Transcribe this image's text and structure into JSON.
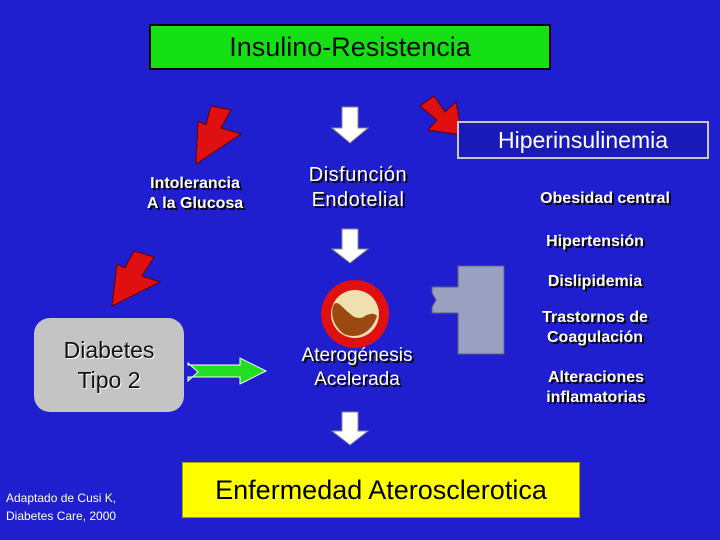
{
  "title": "Insulino-Resistencia",
  "hyperinsulinemia": "Hiperinsulinemia",
  "intolerance": {
    "line1": "Intolerancia",
    "line2": "A la Glucosa"
  },
  "dysfunction": {
    "line1": "Disfunción",
    "line2": "Endotelial"
  },
  "conditions": {
    "obesity": "Obesidad central",
    "hypertension": "Hipertensión",
    "dyslipidemia": "Dislipidemia",
    "coagulation": {
      "line1": "Trastornos de",
      "line2": "Coagulación"
    },
    "inflammation": {
      "line1": "Alteraciones",
      "line2": "inflamatorias"
    }
  },
  "diabetes": {
    "line1": "Diabetes",
    "line2": "Tipo 2"
  },
  "atherogenesis": {
    "line1": "Aterogénesis",
    "line2": "Acelerada"
  },
  "final": "Enfermedad Aterosclerotica",
  "citation": {
    "line1": "Adaptado de Cusi K,",
    "line2": "Diabetes Care, 2000"
  },
  "colors": {
    "background": "#1f1fd0",
    "title_box": "#14e014",
    "diabetes_box": "#c4c4c4",
    "final_box": "#ffff00",
    "red_arrow": "#e01010",
    "white_arrow": "#ffffff",
    "green_arrow": "#22dd22",
    "bracket": "#9aa0c0"
  }
}
